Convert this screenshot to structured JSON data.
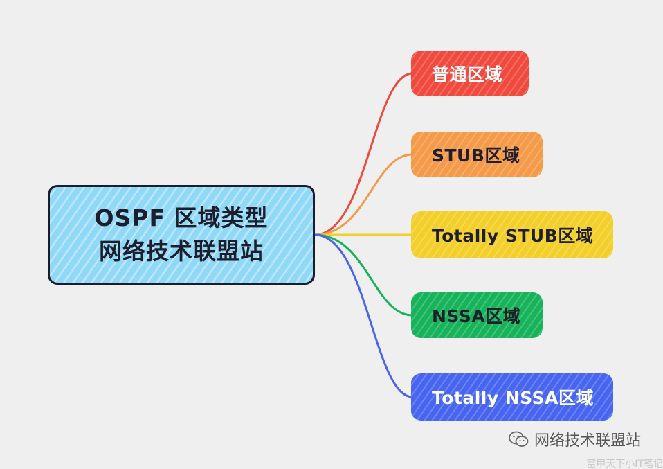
{
  "root": {
    "line1": "OSPF 区域类型",
    "line2": "网络技术联盟站",
    "color": "#8fd8f7"
  },
  "children": [
    {
      "label": "普通区域",
      "color": "#f04a3e"
    },
    {
      "label": "STUB区域",
      "color": "#f59a48"
    },
    {
      "label": "Totally STUB区域",
      "color": "#f3cf2a"
    },
    {
      "label": "NSSA区域",
      "color": "#17b35a"
    },
    {
      "label": "Totally NSSA区域",
      "color": "#4865f1"
    }
  ],
  "watermark": {
    "text": "网络技术联盟站",
    "icon": "wechat-icon",
    "faint_text": "富甲天下小IT笔记"
  }
}
